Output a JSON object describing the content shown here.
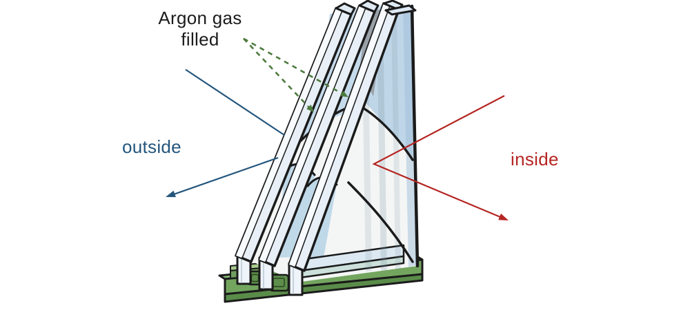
{
  "labels": {
    "argon_line1": "Argon gas",
    "argon_line2": "filled",
    "outside": "outside",
    "inside": "inside"
  },
  "colors": {
    "argon_text": "#1c1c1c",
    "argon_arrow_green": "#4d7a3e",
    "outside_blue": "#24567d",
    "inside_red": "#b52522",
    "outline_black": "#1b1b1b",
    "pane_frame_white": "#e8eff6",
    "glass_blue": "#bfd6e8",
    "glass_reflection_white": "#f4f6f6",
    "base_green_top": "#8fbe7a",
    "base_green_front": "#73a55f",
    "base_green_dark": "#5a8c49",
    "spacer_green": "#5e8e4b"
  },
  "illustration": {
    "subject": "triple-glazed insulated window unit on a green frame base",
    "pane_count": 3,
    "gas_gap_count": 2
  }
}
